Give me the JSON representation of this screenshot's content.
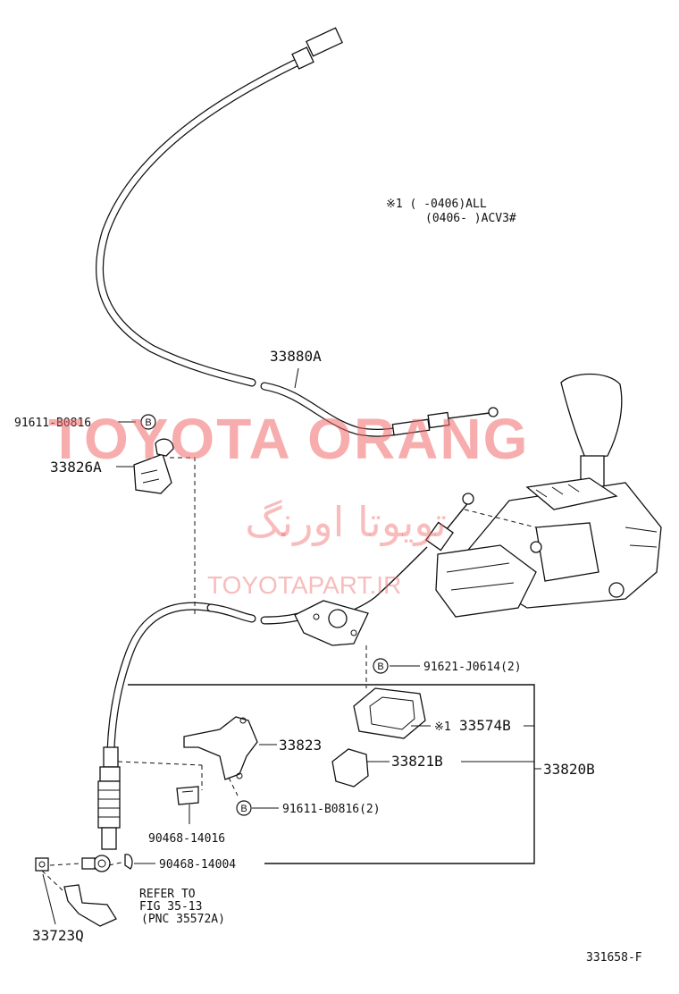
{
  "note": {
    "line1": "※1 (    -0406)ALL",
    "line2": "(0406-     )ACV3#"
  },
  "labels": {
    "cable": "33880A",
    "bolt_top": "91611-B0816",
    "clamp": "33826A",
    "bolt_plate": "91621-J0614(2)",
    "cover_mark": "※1",
    "cover": "33574B",
    "bracket": "33823",
    "retainer": "33821B",
    "assembly": "33820B",
    "bolt_bracket": "91611-B0816(2)",
    "clip": "90468-14016",
    "pin": "90468-14004",
    "nut": "33723Q",
    "refer1": "REFER TO",
    "refer2": "FIG 35-13",
    "refer3": "(PNC 35572A)",
    "figure_id": "331658-F"
  },
  "callout_letter": "B",
  "watermark": {
    "brand": "TOYOTA ORANG",
    "persian": "تویوتا اورنگ",
    "url": "TOYOTAPART.IR"
  }
}
